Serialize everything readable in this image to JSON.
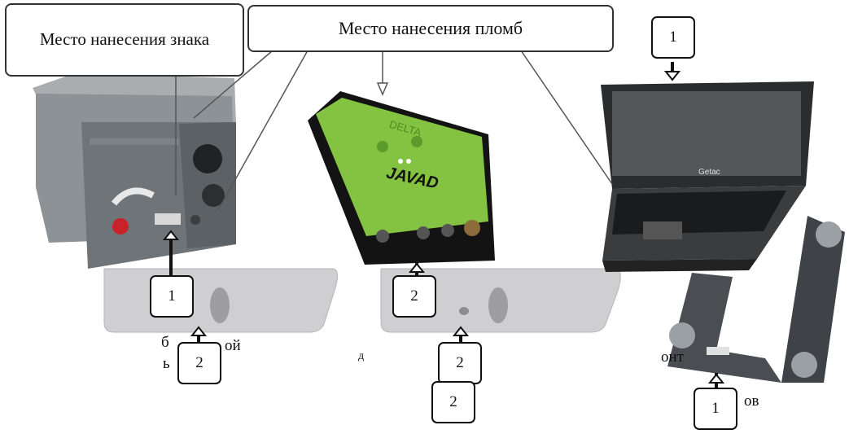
{
  "callouts": {
    "sign_place": "Место нанесения знака",
    "seal_place": "Место нанесения пломб"
  },
  "markers": {
    "m1_box": "1",
    "m2_box_left": "2",
    "m2_gnss": "2",
    "m2_center_a": "2",
    "m2_center_b": "2",
    "m1_laptop": "1",
    "m1_bracket": "1"
  },
  "devices": {
    "gnss_brand": "JAVAD",
    "gnss_model": "DELTA",
    "laptop_brand": "Getac"
  },
  "fragments": {
    "left_top": "б",
    "left_right": "ой",
    "left_bottom": "ь",
    "mid": "д",
    "right": "онт",
    "bottom_right": "ов"
  }
}
